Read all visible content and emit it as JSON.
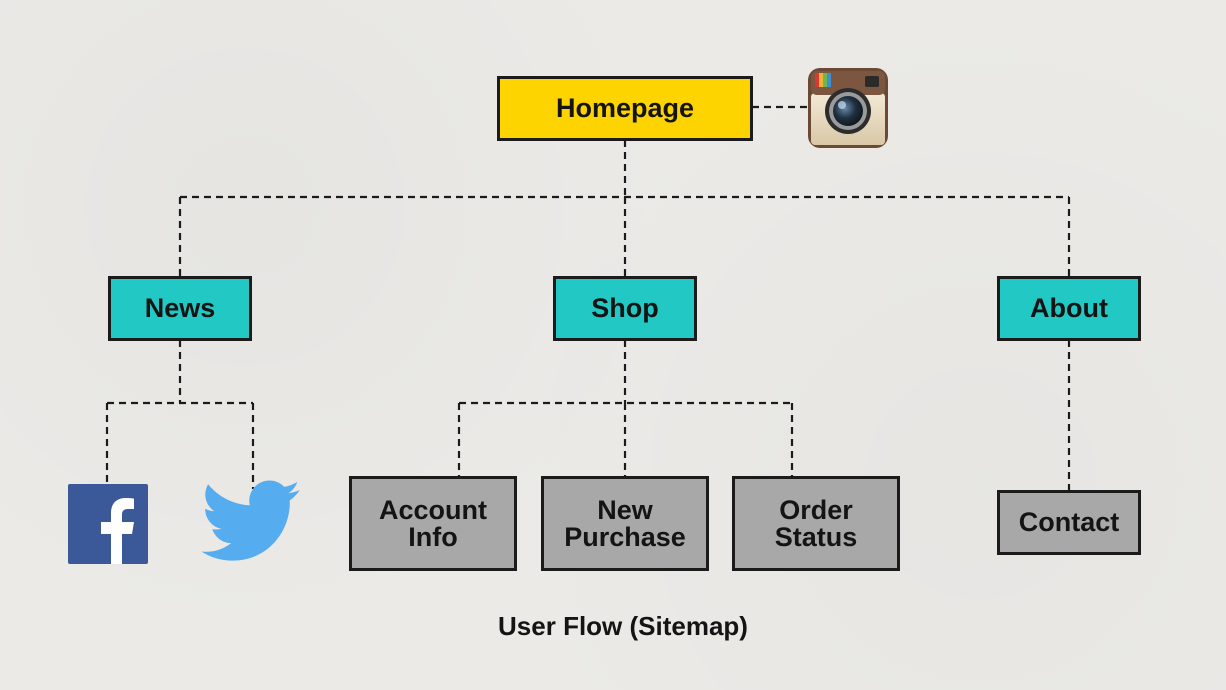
{
  "diagram": {
    "root": {
      "label": "Homepage",
      "color": "#fdd400"
    },
    "sections": [
      {
        "label": "News",
        "color": "#22c8c4"
      },
      {
        "label": "Shop",
        "color": "#22c8c4"
      },
      {
        "label": "About",
        "color": "#22c8c4"
      }
    ],
    "pages": [
      {
        "label": "Account\nInfo"
      },
      {
        "label": "New\nPurchase"
      },
      {
        "label": "Order\nStatus"
      },
      {
        "label": "Contact"
      }
    ],
    "pages_color": "#a8a8a8",
    "icons": {
      "instagram": "instagram-icon",
      "facebook": "facebook-icon",
      "twitter": "twitter-icon"
    },
    "connector_style": "dashed",
    "caption": "User Flow (Sitemap)"
  }
}
